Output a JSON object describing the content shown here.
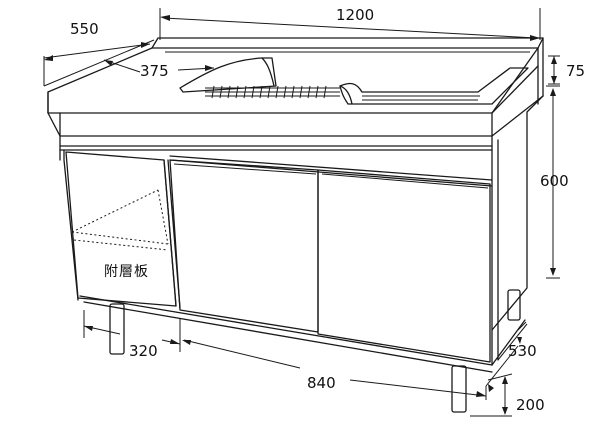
{
  "dimensions": {
    "total_width": "1200",
    "depth": "550",
    "sink_width": "375",
    "backsplash_height": "75",
    "body_height": "600",
    "shelf_section_width": "320",
    "cabinet_width": "840",
    "side_depth": "530",
    "leg_height": "200"
  },
  "labels": {
    "shelf_note": "附層板"
  }
}
